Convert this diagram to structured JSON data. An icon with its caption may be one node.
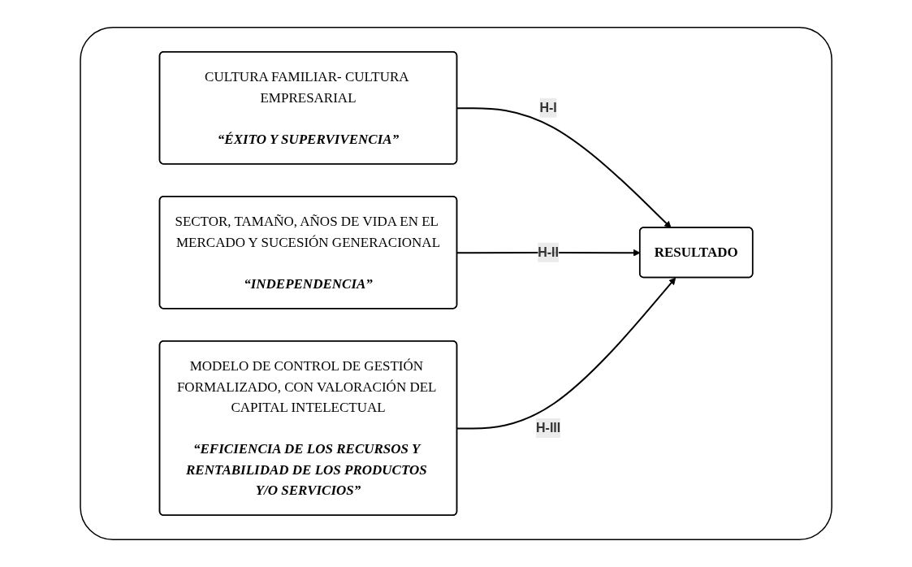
{
  "diagram": {
    "nodes": [
      {
        "text": [],
        "shape": "box"
      },
      {
        "text": [
          "CULTURA FAMILIAR- CULTURA EMPRESARIAL",
          "“ÉXITO Y SUPERVIVENCIA”"
        ],
        "in": 0
      },
      {
        "text": [
          "SECTOR, TAMAÑO, AÑOS DE VIDA EN EL MERCADO Y SUCESIÓN GENERACIONAL",
          "“INDEPENDENCIA”"
        ],
        "in": 0
      },
      {
        "text": [
          "MODELO DE CONTROL DE GESTIÓN FORMALIZADO, CON VALORACIÓN DEL CAPITAL INTELECTUAL",
          "“EFICIENCIA DE LOS RECURSOS Y RENTABILIDAD DE LOS PRODUCTOS Y/O SERVICIOS”"
        ],
        "in": 0
      },
      {
        "text": [
          "RESULTADO"
        ],
        "in": 0
      }
    ],
    "edges": [
      {
        "from": 1,
        "to": 4,
        "arrow": "to",
        "label": "H-I"
      },
      {
        "from": 2,
        "to": 4,
        "arrow": "to",
        "label": "H-II"
      },
      {
        "from": 3,
        "to": 4,
        "arrow": "to",
        "label": "H-III"
      }
    ]
  }
}
